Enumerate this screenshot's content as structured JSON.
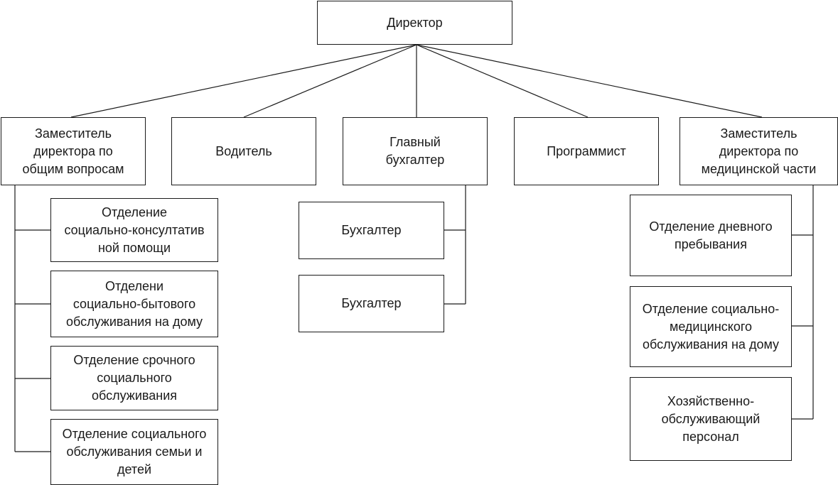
{
  "nodes": {
    "director": "Директор",
    "deputy_general": "Заместитель\nдиректора по\nобщим вопросам",
    "driver": "Водитель",
    "chief_accountant": "Главный\nбухгалтер",
    "programmer": "Программист",
    "deputy_medical": "Заместитель\nдиректора по\nмедицинской части",
    "dept_consult": "Отделение\nсоциально-консултатив\nной помощи",
    "dept_household": "Отделени\nсоциально-бытового\nобслуживания на дому",
    "dept_urgent": "Отделение срочного\nсоциального\nобслуживания",
    "dept_family": "Отделение социального\nобслуживания семьи и\nдетей",
    "accountant_1": "Бухгалтер",
    "accountant_2": "Бухгалтер",
    "dept_day_stay": "Отделение дневного\nпребывания",
    "dept_medical_home": "Отделение социально-\nмедицинского\nобслуживания на дому",
    "dept_maintenance": "Хозяйственно-\nобслуживающий\nперсонал"
  },
  "edges": [
    [
      "director",
      "deputy_general"
    ],
    [
      "director",
      "driver"
    ],
    [
      "director",
      "chief_accountant"
    ],
    [
      "director",
      "programmer"
    ],
    [
      "director",
      "deputy_medical"
    ],
    [
      "deputy_general",
      "dept_consult"
    ],
    [
      "deputy_general",
      "dept_household"
    ],
    [
      "deputy_general",
      "dept_urgent"
    ],
    [
      "deputy_general",
      "dept_family"
    ],
    [
      "chief_accountant",
      "accountant_1"
    ],
    [
      "chief_accountant",
      "accountant_2"
    ],
    [
      "deputy_medical",
      "dept_day_stay"
    ],
    [
      "deputy_medical",
      "dept_medical_home"
    ],
    [
      "deputy_medical",
      "dept_maintenance"
    ]
  ]
}
